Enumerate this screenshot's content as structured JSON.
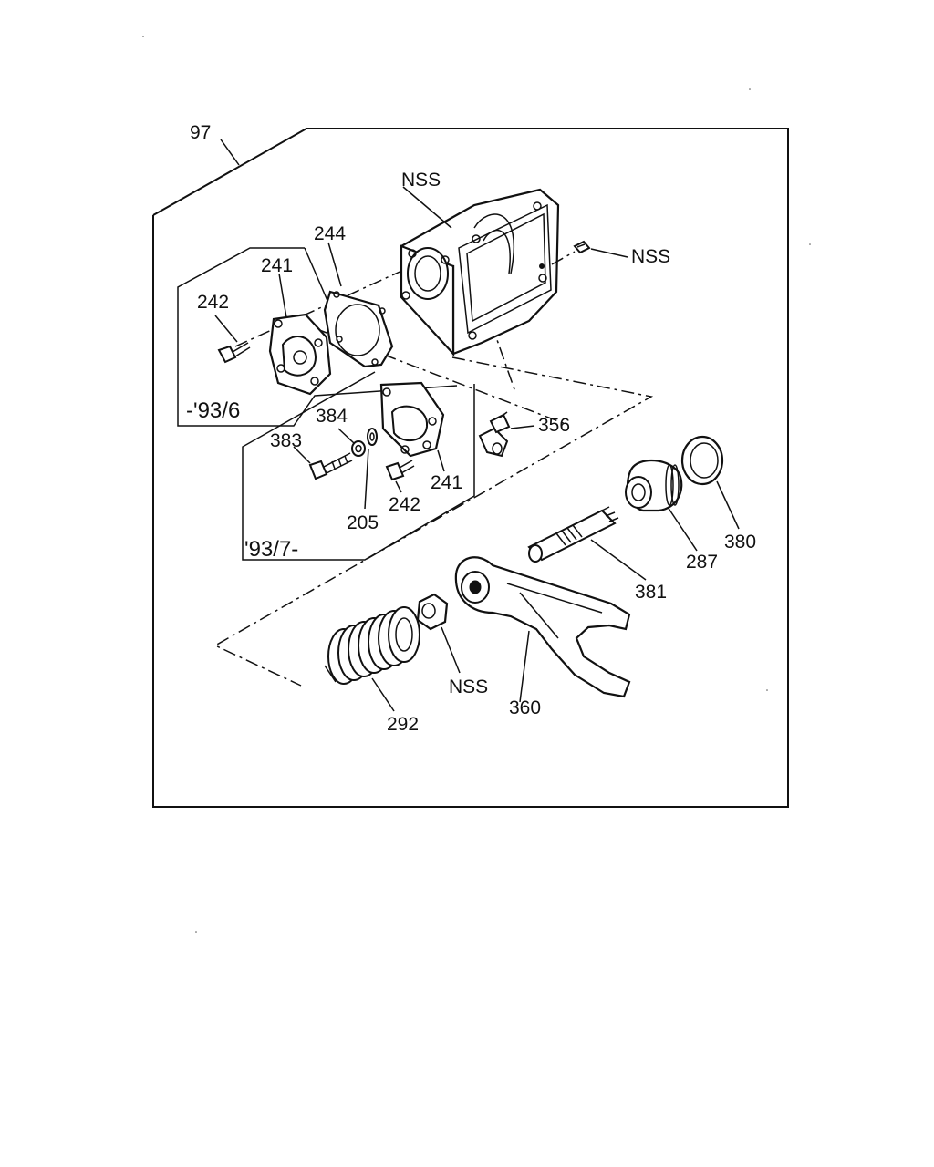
{
  "diagram": {
    "assembly_ref": "97",
    "date_labels": {
      "early": "-'93/6",
      "late": "'93/7-"
    },
    "callouts": {
      "housing": "NSS",
      "plug": "NSS",
      "cover_early": "241",
      "bolt_early": "242",
      "gasket": "244",
      "bolt_383": "383",
      "washer_384": "384",
      "washer_205": "205",
      "bolt_late": "242",
      "cover_late": "241",
      "fitting": "356",
      "seal_ring": "380",
      "bearing": "287",
      "shaft": "381",
      "nut": "NSS",
      "fork": "360",
      "spring": "292"
    }
  }
}
